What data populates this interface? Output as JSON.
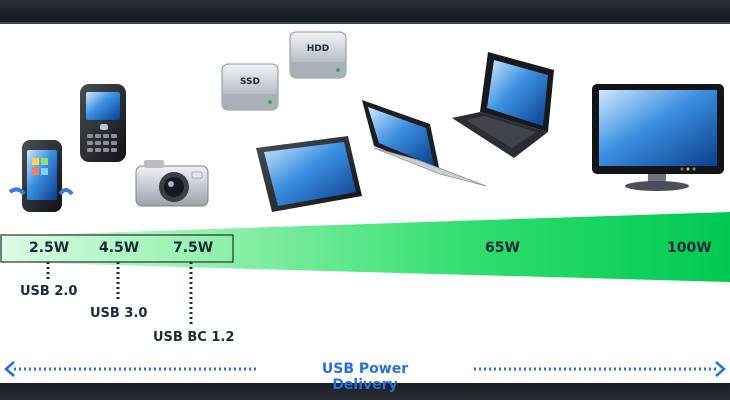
{
  "power_levels": {
    "w25": "2.5W",
    "w45": "4.5W",
    "w75": "7.5W",
    "w65": "65W",
    "w100": "100W"
  },
  "usb_standards": {
    "usb20": "USB 2.0",
    "usb30": "USB 3.0",
    "usbbc": "USB BC 1.2"
  },
  "power_delivery_label": "USB Power Delivery",
  "drives": {
    "ssd": "SSD",
    "hdd": "HDD"
  },
  "colors": {
    "green_dark": "#00c853",
    "green_light": "#d9fbe0",
    "accent_blue": "#2a6fd6"
  }
}
